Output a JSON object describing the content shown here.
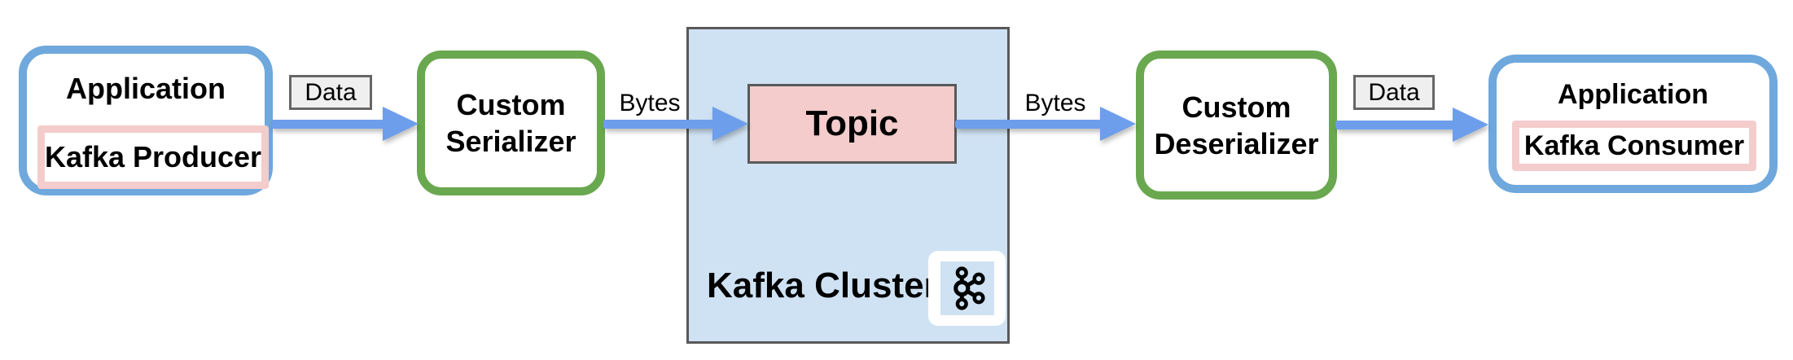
{
  "colors": {
    "app_border_blue": "#6fa8dc",
    "component_border_green": "#6aa84f",
    "arrow_blue": "#6d9eeb",
    "pink_fill": "#f4cccc",
    "cluster_fill": "#cfe2f3",
    "cluster_border_gray": "#595959",
    "tag_fill": "#efefef",
    "tag_border_gray": "#666666",
    "text_black": "#000000"
  },
  "producer_app": {
    "title": "Application",
    "component": "Kafka Producer"
  },
  "serializer": {
    "label": "Custom Serializer"
  },
  "cluster": {
    "title": "Kafka Cluster",
    "topic_label": "Topic",
    "logo_icon": "kafka-logo"
  },
  "deserializer": {
    "label": "Custom Deserializer"
  },
  "consumer_app": {
    "title": "Application",
    "component": "Kafka Consumer"
  },
  "flow_labels": {
    "data_in": "Data",
    "bytes_in": "Bytes",
    "bytes_out": "Bytes",
    "data_out": "Data"
  }
}
